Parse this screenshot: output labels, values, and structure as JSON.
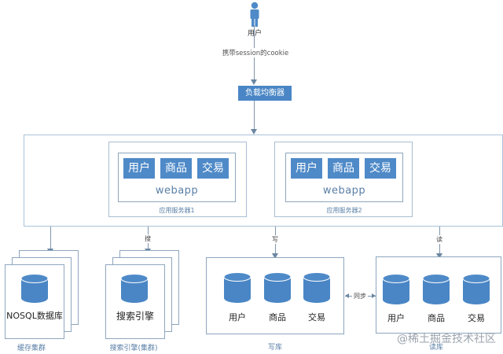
{
  "user": {
    "icon": "person-icon",
    "label": "用户"
  },
  "session_label": "携带session的cookie",
  "load_balancer": {
    "label": "负载均衡器"
  },
  "servers": [
    {
      "modules": [
        "用户",
        "商品",
        "交易"
      ],
      "app_label": "webapp",
      "caption": "应用服务器1"
    },
    {
      "modules": [
        "用户",
        "商品",
        "交易"
      ],
      "app_label": "webapp",
      "caption": "应用服务器2"
    }
  ],
  "cache_cluster": {
    "db_label": "NOSQL数据库",
    "caption": "缓存集群"
  },
  "search_cluster": {
    "db_label": "搜索引擎",
    "caption": "搜索引擎(集群)",
    "edge_label": "搜"
  },
  "write_db": {
    "tables": [
      "用户",
      "商品",
      "交易"
    ],
    "caption": "写库",
    "edge_label": "写"
  },
  "read_db": {
    "tables": [
      "用户",
      "商品",
      "交易"
    ],
    "caption": "读库",
    "edge_label": "读"
  },
  "sync_label": "同步",
  "watermark": "@稀土掘金技术社区",
  "colors": {
    "primary_blue": "#4f8ac8",
    "line": "#7f96ad",
    "caption": "#5a7fa6"
  }
}
